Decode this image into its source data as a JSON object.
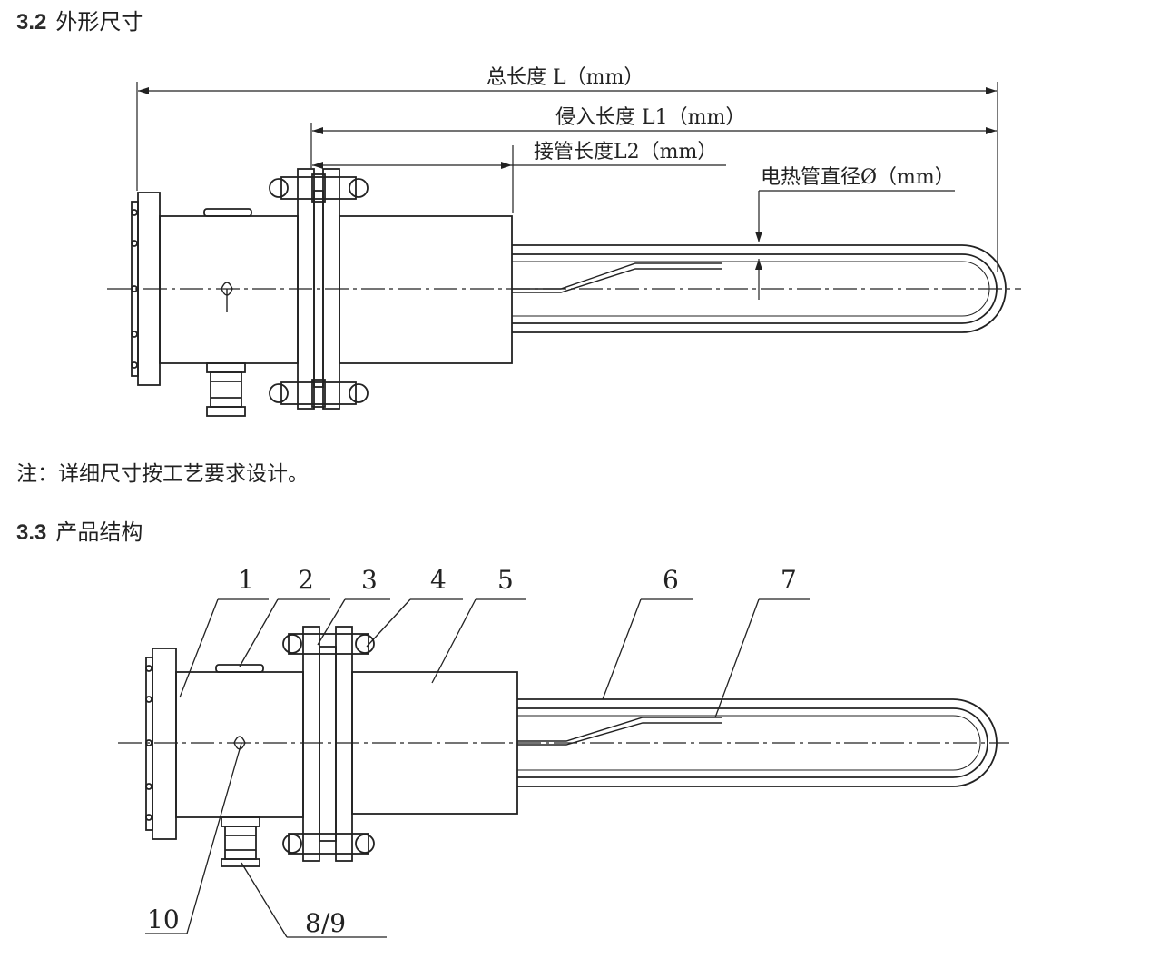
{
  "section_dimensions": {
    "number": "3.2",
    "title": "外形尺寸"
  },
  "dimensions": {
    "total_length": "总长度 L（mm）",
    "insertion_length": "侵入长度 L1（mm）",
    "nozzle_length": "接管长度L2（mm）",
    "tube_diameter": "电热管直径Ø（mm）"
  },
  "note": "注：详细尺寸按工艺要求设计。",
  "section_structure": {
    "number": "3.3",
    "title": "产品结构"
  },
  "callouts": [
    "1",
    "2",
    "3",
    "4",
    "5",
    "6",
    "7",
    "10",
    "8/9"
  ]
}
